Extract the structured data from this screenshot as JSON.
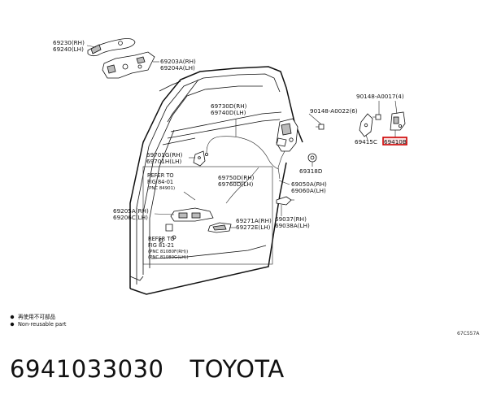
{
  "labels": {
    "p69230": "69230(RH)",
    "p69240": "69240(LH)",
    "p69203a": "69203A(RH)",
    "p69204a": "69204A(LH)",
    "p69730d": "69730D(RH)",
    "p69740d": "69740D(LH)",
    "p90148a": "90148-A0022(6)",
    "p90148b": "90148-A0017(4)",
    "p69415c": "69415C",
    "p69410b": "69410B",
    "p69701g": "69701G(RH)",
    "p69701h": "69701H(LH)",
    "p69318d": "69318D",
    "p69750d": "69750D(RH)",
    "p69760d": "69760D(LH)",
    "p69050a": "69050A(RH)",
    "p69060a": "69060A(LH)",
    "p69205a": "69205A(RH)",
    "p69206c": "69206C(LH)",
    "p69271a": "69271A(RH)",
    "p69272e": "69272E(LH)",
    "p69037": "69037(RH)",
    "p69038a": "69038A(LH)"
  },
  "refs": {
    "ref1_title": "REFER TO",
    "ref1_fig": "FIG 84-01",
    "ref1_pnc": "(PNC 84901)",
    "ref2_title": "REFER TO",
    "ref2_fig": "FIG 81-21",
    "ref2_pnc1": "(PNC 81080F(RH))",
    "ref2_pnc2": "(PNC 81080G(LH))"
  },
  "legend": {
    "zh": "再使用不可部品",
    "en": "Non-reusable part"
  },
  "diagram_code": "67C557A",
  "caption": {
    "part_number": "6941033030",
    "brand": "TOYOTA"
  },
  "highlight_color": "#cc0000"
}
